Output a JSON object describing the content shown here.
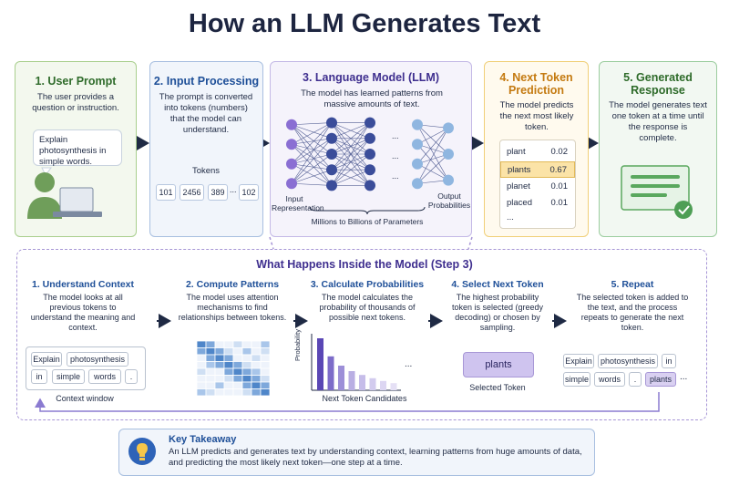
{
  "title": "How an LLM Generates Text",
  "steps": [
    {
      "title": "1. User Prompt",
      "text": "The user provides a question or instruction.",
      "bubble": "Explain photosynthesis in simple words."
    },
    {
      "title": "2. Input Processing",
      "text": "The prompt is converted into tokens (numbers) that the model can understand.",
      "tokens_label": "Tokens",
      "tokens": [
        "101",
        "2456",
        "389",
        "...",
        "102"
      ]
    },
    {
      "title": "3. Language Model (LLM)",
      "text": "The model has learned patterns from massive amounts of text.",
      "input_label": "Input Representation",
      "output_label": "Output Probabilities",
      "params_label": "Millions to Billions of Parameters"
    },
    {
      "title": "4. Next Token Prediction",
      "text": "The model predicts the next most likely token.",
      "predictions": [
        {
          "word": "plant",
          "value": "0.02"
        },
        {
          "word": "plants",
          "value": "0.67"
        },
        {
          "word": "planet",
          "value": "0.01"
        },
        {
          "word": "placed",
          "value": "0.01"
        },
        {
          "word": "...",
          "value": ""
        }
      ]
    },
    {
      "title": "5. Generated Response",
      "text": "The model generates text one token at a time until the response is complete."
    }
  ],
  "inner": {
    "title": "What Happens Inside the Model (Step 3)",
    "substeps": [
      {
        "title": "1. Understand Context",
        "text": "The model looks at all previous tokens to understand the meaning and context.",
        "tokens": [
          "Explain",
          "photosynthesis",
          "in",
          "simple",
          "words",
          "."
        ],
        "caption": "Context window"
      },
      {
        "title": "2. Compute Patterns",
        "text": "The model uses attention mechanisms to find relationships between tokens."
      },
      {
        "title": "3. Calculate Probabilities",
        "text": "The model calculates the probability of thousands of possible next tokens.",
        "ylabel": "Probability",
        "xlabel": "Next Token Candidates",
        "bars": [
          0.95,
          0.62,
          0.45,
          0.35,
          0.28,
          0.22,
          0.17,
          0.13
        ]
      },
      {
        "title": "4. Select Next Token",
        "text": "The highest probability token is selected (greedy decoding) or chosen by sampling.",
        "token": "plants",
        "caption": "Selected Token"
      },
      {
        "title": "5. Repeat",
        "text": "The selected token is added to the text, and the process repeats to generate the next token.",
        "tokens": [
          "Explain",
          "photosynthesis",
          "in",
          "simple",
          "words",
          ".",
          "plants"
        ]
      }
    ]
  },
  "takeaway": {
    "title": "Key Takeaway",
    "text": "An LLM predicts and generates text by understanding context, learning patterns from huge amounts of data, and predicting the most likely next token—one step at a time."
  },
  "colors": {
    "green": "#a9cf8e",
    "blue": "#a8bfe0",
    "purple": "#c4b9e6",
    "orange": "#f0cf78",
    "accent_purple": "#8b7bd1"
  }
}
